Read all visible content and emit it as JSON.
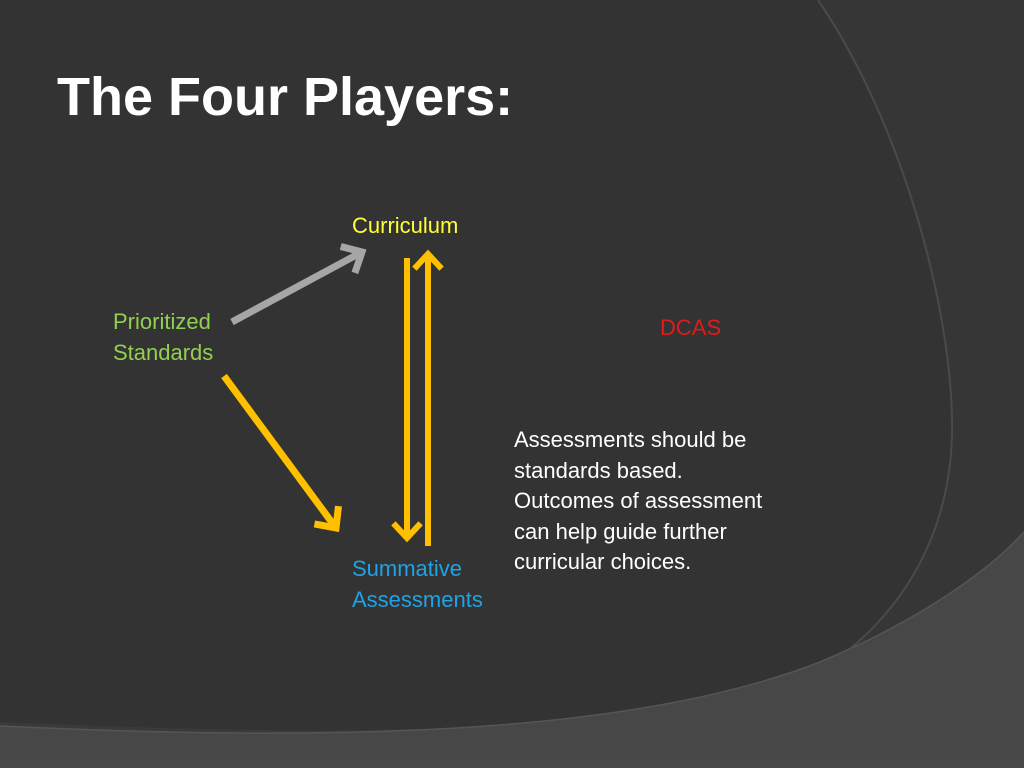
{
  "slide": {
    "title": "The Four Players:",
    "colors": {
      "background": "#3a3a3a",
      "title_text": "#ffffff",
      "curriculum_text": "#ffff33",
      "standards_text": "#92d050",
      "summative_text": "#1ea3e6",
      "dcas_text": "#e01b1b",
      "note_text": "#ffffff",
      "gray_arrow": "#a6a6a6",
      "yellow_arrow": "#ffc000"
    },
    "nodes": {
      "curriculum": "Curriculum",
      "prioritized_standards": [
        "Prioritized",
        "Standards"
      ],
      "summative_assessments": [
        "Summative",
        "Assessments"
      ],
      "dcas": "DCAS"
    },
    "note_lines": [
      "Assessments should be",
      "standards based.",
      "Outcomes of assessment",
      "can help guide further",
      "curricular choices."
    ],
    "arrows": [
      {
        "from": "Prioritized Standards",
        "to": "Curriculum",
        "color": "gray_arrow"
      },
      {
        "from": "Prioritized Standards",
        "to": "Summative Assessments",
        "color": "yellow_arrow"
      },
      {
        "from": "Summative Assessments",
        "to": "Curriculum",
        "color": "yellow_arrow"
      },
      {
        "from": "Curriculum",
        "to": "Summative Assessments",
        "color": "yellow_arrow"
      }
    ]
  }
}
